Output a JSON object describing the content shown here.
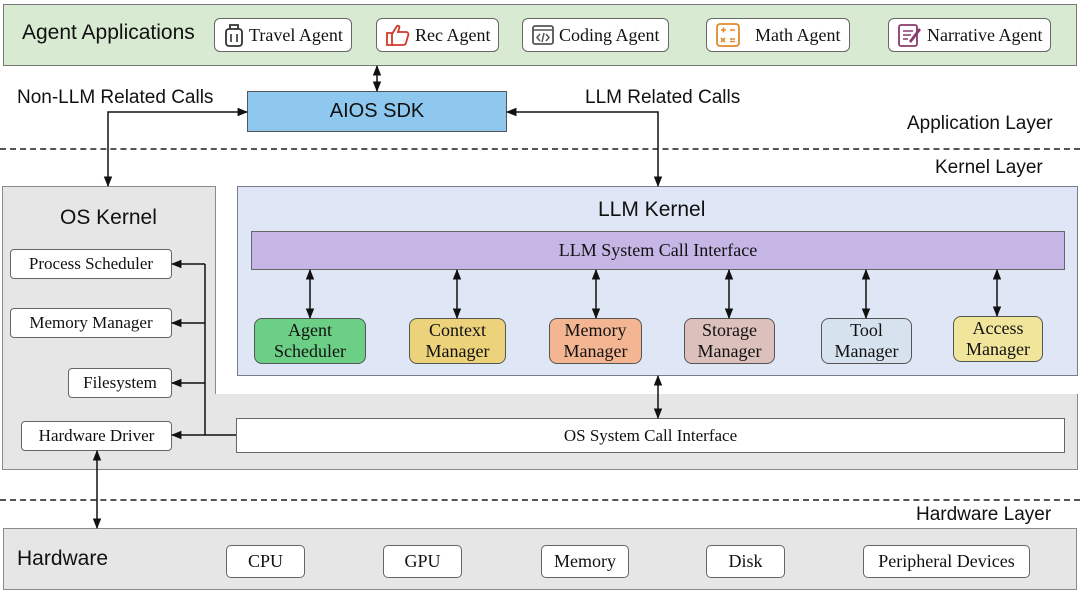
{
  "application": {
    "title": "Agent Applications",
    "agents": [
      {
        "label": "Travel Agent",
        "icon": "luggage-icon"
      },
      {
        "label": "Rec Agent",
        "icon": "thumbs-up-icon"
      },
      {
        "label": "Coding Agent",
        "icon": "code-icon"
      },
      {
        "label": "Math Agent",
        "icon": "calculator-icon"
      },
      {
        "label": "Narrative Agent",
        "icon": "document-edit-icon"
      }
    ]
  },
  "sdk": {
    "label": "AIOS SDK"
  },
  "calls": {
    "non_llm": "Non-LLM Related Calls",
    "llm": "LLM Related Calls"
  },
  "layers": {
    "application": "Application Layer",
    "kernel": "Kernel Layer",
    "hardware": "Hardware Layer"
  },
  "os_kernel": {
    "title": "OS Kernel",
    "items": [
      "Process Scheduler",
      "Memory Manager",
      "Filesystem",
      "Hardware Driver"
    ]
  },
  "llm_kernel": {
    "title": "LLM Kernel",
    "system_call_interface": "LLM System Call Interface",
    "managers": [
      {
        "line1": "Agent",
        "line2": "Scheduler",
        "color": "#6ccf86"
      },
      {
        "line1": "Context",
        "line2": "Manager",
        "color": "#ecd27a"
      },
      {
        "line1": "Memory",
        "line2": "Manager",
        "color": "#f4b592"
      },
      {
        "line1": "Storage",
        "line2": "Manager",
        "color": "#dcc0bb"
      },
      {
        "line1": "Tool",
        "line2": "Manager",
        "color": "#d6e2ee"
      },
      {
        "line1": "Access",
        "line2": "Manager",
        "color": "#f1e59c"
      }
    ]
  },
  "os_system_call_interface": "OS System Call Interface",
  "hardware": {
    "title": "Hardware",
    "items": [
      "CPU",
      "GPU",
      "Memory",
      "Disk",
      "Peripheral Devices"
    ]
  },
  "colors": {
    "application_bg": "#d9ead3",
    "sdk_bg": "#8ec8ee",
    "llm_kernel_bg": "#dfe6f5",
    "llm_sci_bg": "#c6b6e6",
    "kernel_bg": "#e6e6e6"
  }
}
